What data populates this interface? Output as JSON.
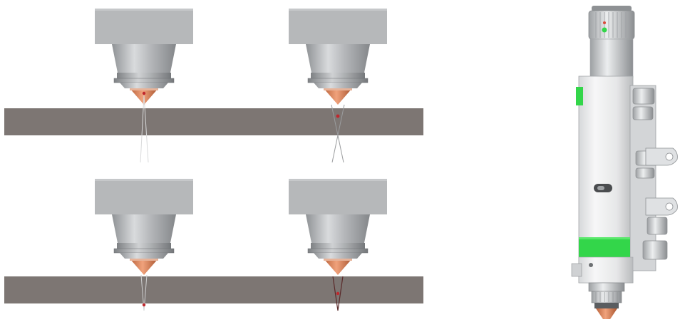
{
  "scene": {
    "panels": [
      {
        "id": "top-left",
        "focus": "above-surface"
      },
      {
        "id": "top-right",
        "focus": "mid-plate"
      },
      {
        "id": "bottom-left",
        "focus": "plate-bottom"
      },
      {
        "id": "bottom-right",
        "focus": "below-surface"
      }
    ],
    "colors": {
      "plate": "#7d7673",
      "head_gray": "#b6b8ba",
      "copper": "#d9835a",
      "focus_dot": "#c0272d",
      "accent_green": "#33d64a"
    }
  }
}
